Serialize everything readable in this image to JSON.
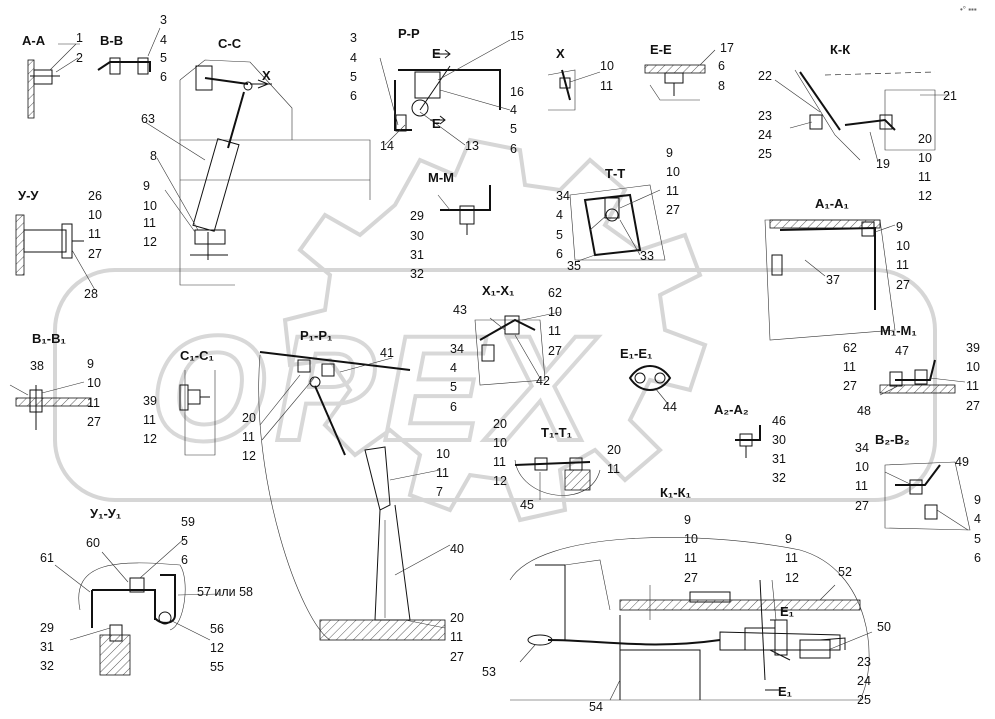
{
  "watermark": {
    "text": "OPEX",
    "color": "#d8d8d8"
  },
  "corner_mark": "•° ▪▪▪",
  "sections": [
    {
      "title": "А-А",
      "labels": [
        "1",
        "2"
      ]
    },
    {
      "title": "В-В",
      "labels": [
        "3",
        "4",
        "5",
        "6"
      ]
    },
    {
      "title": "С-С",
      "labels": [
        "X",
        "63",
        "8",
        "9",
        "10",
        "11",
        "12"
      ]
    },
    {
      "title": "Р-Р",
      "labels": [
        "3",
        "4",
        "5",
        "6",
        "E",
        "15",
        "16",
        "4",
        "5",
        "6",
        "13",
        "14",
        "E"
      ]
    },
    {
      "title": "X",
      "labels": [
        "10",
        "11"
      ]
    },
    {
      "title": "Е-Е",
      "labels": [
        "17",
        "6",
        "8"
      ]
    },
    {
      "title": "К-К",
      "labels": [
        "22",
        "23",
        "24",
        "25",
        "21",
        "20",
        "10",
        "11",
        "12",
        "19"
      ]
    },
    {
      "title": "У-У",
      "labels": [
        "26",
        "10",
        "11",
        "27",
        "28"
      ]
    },
    {
      "title": "М-М",
      "labels": [
        "29",
        "30",
        "31",
        "32"
      ]
    },
    {
      "title": "Т-Т",
      "labels": [
        "9",
        "10",
        "11",
        "27",
        "34",
        "4",
        "5",
        "6",
        "35",
        "33"
      ]
    },
    {
      "title": "А₁-А₁",
      "labels": [
        "9",
        "10",
        "11",
        "27",
        "37"
      ]
    },
    {
      "title": "Х₁-Х₁",
      "labels": [
        "43",
        "62",
        "10",
        "11",
        "27",
        "34",
        "4",
        "5",
        "6",
        "42"
      ]
    },
    {
      "title": "В₁-В₁",
      "labels": [
        "38",
        "9",
        "10",
        "11",
        "27"
      ]
    },
    {
      "title": "С₁-С₁",
      "labels": [
        "39",
        "11",
        "12"
      ]
    },
    {
      "title": "Р₁-Р₁",
      "labels": [
        "41",
        "20",
        "11",
        "12"
      ]
    },
    {
      "title": "Е₁-Е₁",
      "labels": [
        "44"
      ]
    },
    {
      "title": "М₁-М₁",
      "labels": [
        "47",
        "62",
        "11",
        "27",
        "48",
        "39",
        "10",
        "11",
        "27"
      ]
    },
    {
      "title": "А₂-А₂",
      "labels": [
        "46",
        "30",
        "31",
        "32"
      ]
    },
    {
      "title": "Т₁-Т₁",
      "labels": [
        "20",
        "10",
        "11",
        "12",
        "20",
        "11",
        "45"
      ]
    },
    {
      "title": "В₂-В₂",
      "labels": [
        "34",
        "10",
        "11",
        "27",
        "49",
        "9",
        "4",
        "5",
        "6"
      ]
    },
    {
      "title": "К₁-К₁",
      "labels": [
        "9",
        "10",
        "11",
        "27",
        "9",
        "11",
        "12",
        "52",
        "50",
        "23",
        "24",
        "25",
        "53",
        "54",
        "E₁",
        "E₁"
      ]
    },
    {
      "title": "У₁-У₁",
      "labels": [
        "59",
        "5",
        "6",
        "60",
        "61",
        "57 или 58",
        "29",
        "31",
        "32",
        "56",
        "12",
        "55"
      ]
    }
  ],
  "lever_labels": [
    "10",
    "11",
    "7",
    "40",
    "20",
    "11",
    "27"
  ]
}
